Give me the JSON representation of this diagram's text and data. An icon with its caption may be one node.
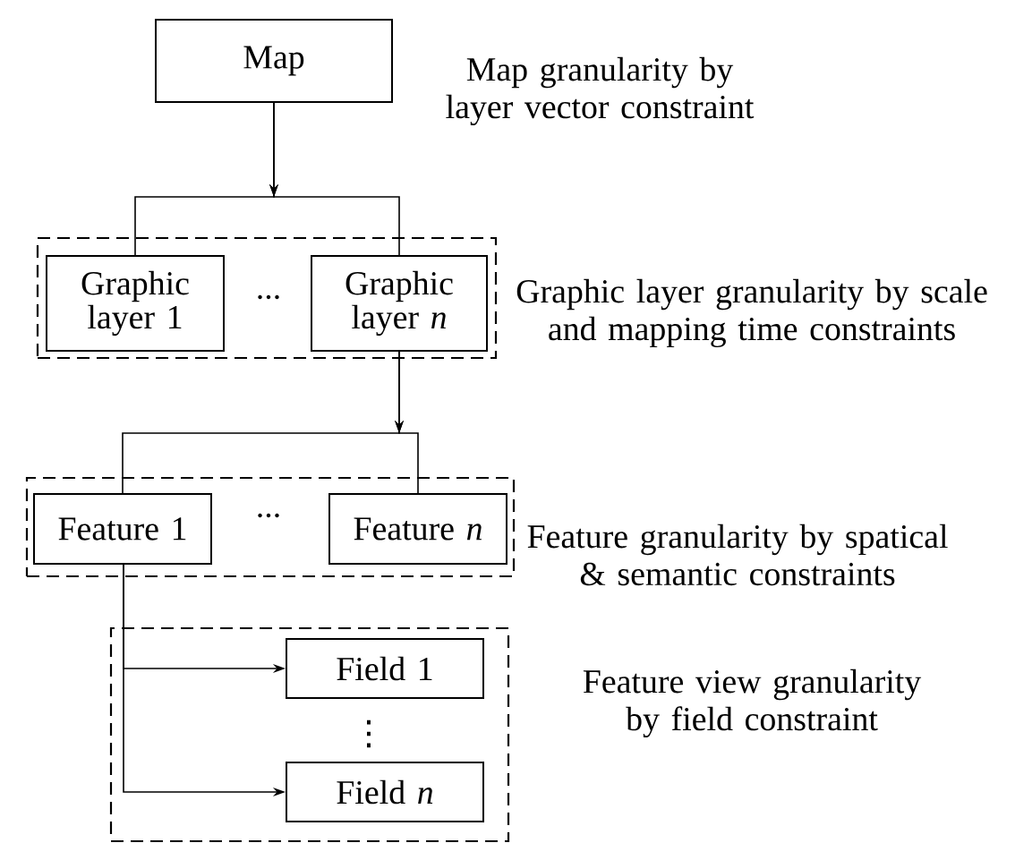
{
  "diagram": {
    "nodes": [
      {
        "text": [
          "Map"
        ],
        "beside": [
          "Map granularity by layer vector constraint"
        ]
      },
      {
        "text": [],
        "shape": "box",
        "beside": [
          "Graphic layer granularity by scale and mapping time constraints"
        ]
      },
      {
        "text": [
          "Graphic layer 1"
        ],
        "in": 1
      },
      {
        "text": [
          "Graphic layer *n*"
        ],
        "in": 1
      },
      {
        "text": [],
        "shape": "box",
        "beside": [
          "Feature granularity by spatical & semantic constraints"
        ]
      },
      {
        "text": [
          "Feature 1"
        ],
        "in": 4
      },
      {
        "text": [
          "Feature *n*"
        ],
        "in": 4
      },
      {
        "text": [],
        "shape": "box",
        "beside": [
          "Feature view granularity by field constraint"
        ]
      },
      {
        "text": [
          "Field 1"
        ],
        "in": 7
      },
      {
        "text": [
          "Field *n*"
        ],
        "in": 7
      }
    ],
    "edges": [
      {
        "from": 0,
        "to": 2,
        "arrow": "to"
      },
      {
        "from": 0,
        "to": 3,
        "arrow": "to"
      },
      {
        "from": 3,
        "to": 5,
        "arrow": "to"
      },
      {
        "from": 3,
        "to": 6,
        "arrow": "to"
      },
      {
        "from": 5,
        "to": 8,
        "arrow": "to"
      },
      {
        "from": 5,
        "to": 9,
        "arrow": "to"
      }
    ],
    "labels": [
      "...",
      "...",
      "⋮"
    ]
  }
}
